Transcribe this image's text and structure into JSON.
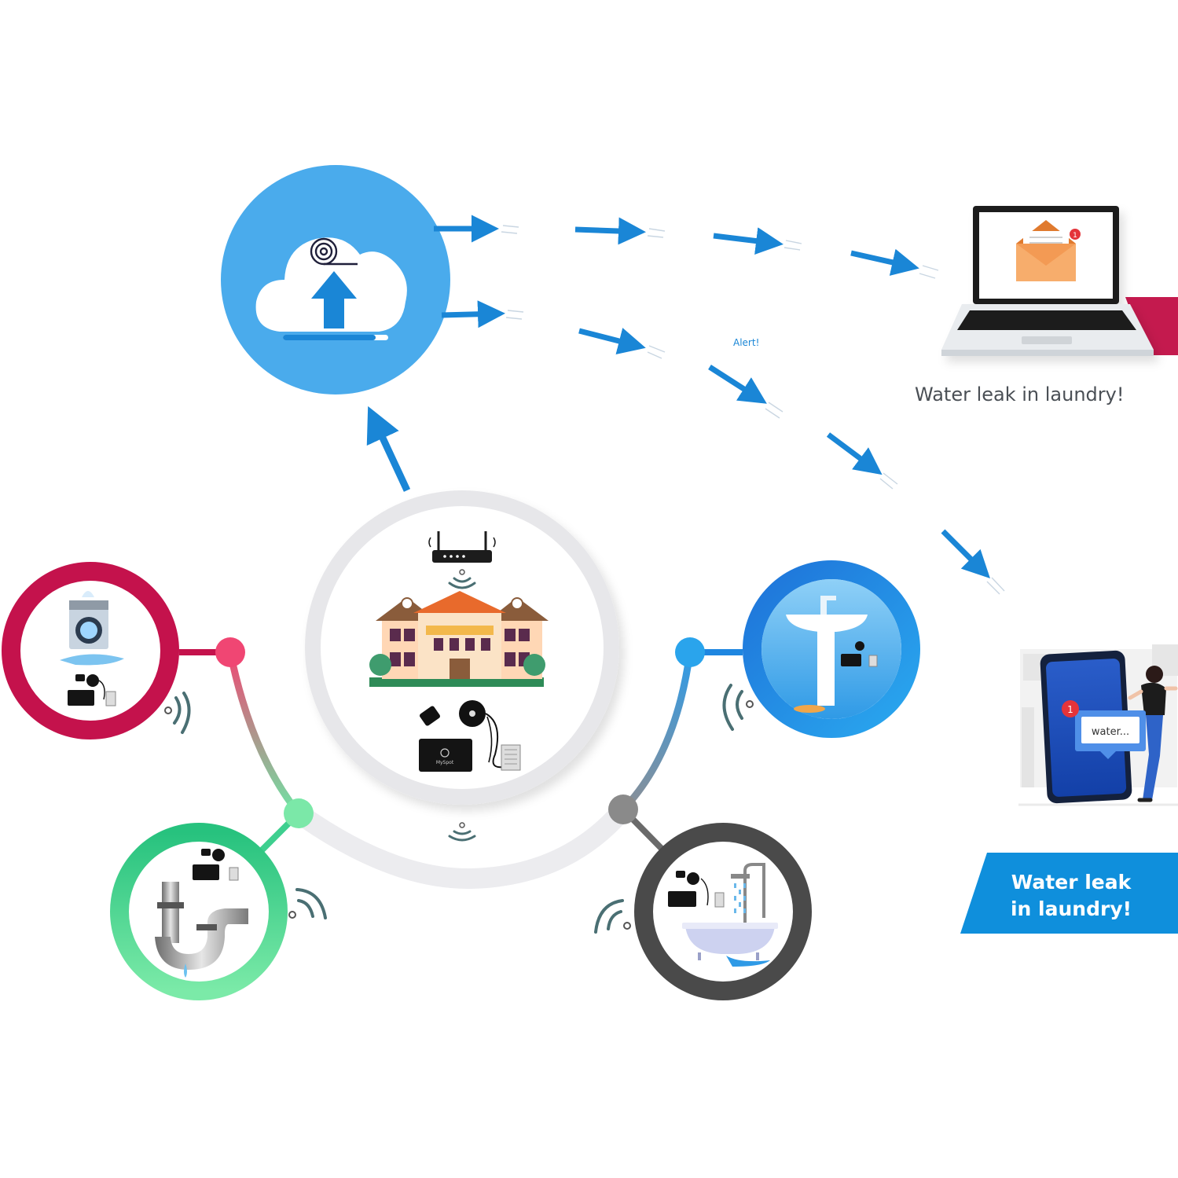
{
  "diagram": {
    "alert_label": "Alert!",
    "laptop_message": "Water leak in laundry!",
    "phone_bubble": "water...",
    "phone_badge": "1",
    "laptop_badge": "1",
    "banner": {
      "line1": "Water leak",
      "line2": "in laundry!"
    },
    "hub_brand": "MySpot",
    "colors": {
      "cloud": "#4aabec",
      "arrow": "#1a86d6",
      "laundry_ring": "#c4124c",
      "pipe_ring": "#3ecf8f",
      "sink_ring": "#1686e0",
      "bath_ring": "#4a4a4a",
      "hub_ring": "#e6e6ea",
      "banner": "#0f8fdc",
      "laptop_accent": "#c41a4e",
      "envelope": "#f39a54"
    },
    "icons": [
      "cloud-upload-icon",
      "router-icon",
      "house-icon",
      "leak-sensor-icon",
      "washing-machine-icon",
      "pipe-leak-icon",
      "sink-icon",
      "bathtub-shower-icon",
      "laptop-icon",
      "envelope-icon",
      "smartphone-icon",
      "person-icon",
      "wifi-signal-icon"
    ]
  }
}
